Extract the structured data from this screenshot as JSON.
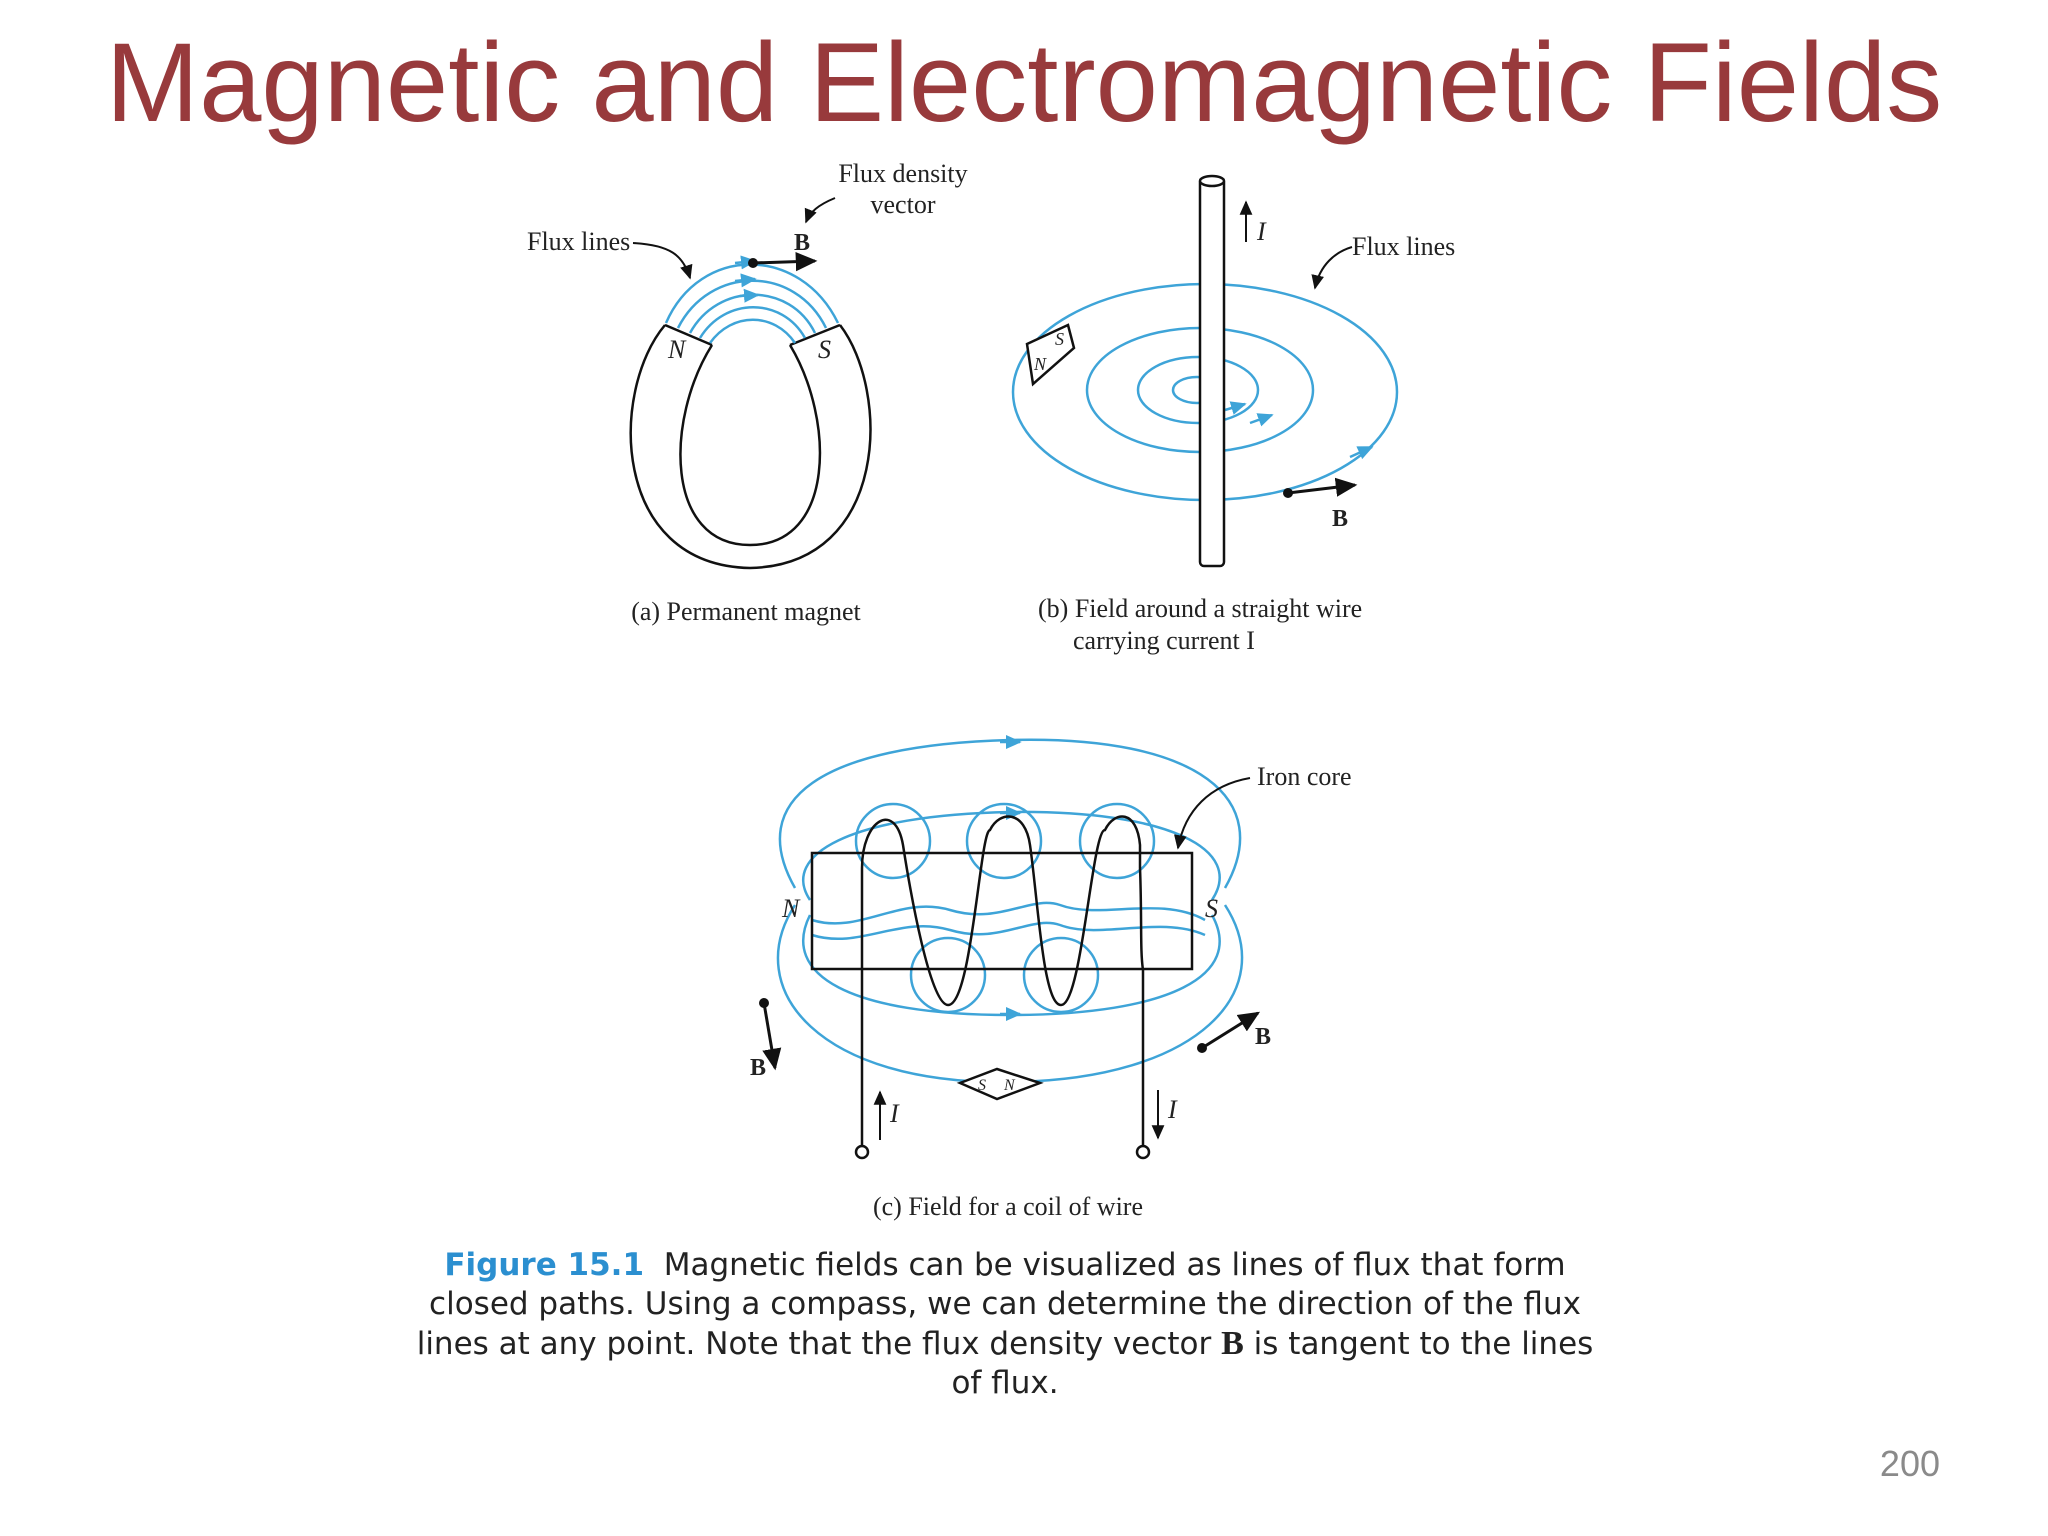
{
  "slide": {
    "title": "Magnetic and Electromagnetic Fields",
    "page_number": "200"
  },
  "figure": {
    "panel_a": {
      "flux_density_label": "Flux density",
      "vector_label": "vector",
      "flux_lines_label": "Flux lines",
      "b_label": "B",
      "north_label": "N",
      "south_label": "S",
      "caption": "(a) Permanent magnet"
    },
    "panel_b": {
      "current_label": "I",
      "flux_lines_label": "Flux lines",
      "b_label": "B",
      "compass_s": "S",
      "compass_n": "N",
      "caption_line1": "(b) Field around a straight wire",
      "caption_line2": "carrying current I"
    },
    "panel_c": {
      "iron_core_label": "Iron core",
      "north_label": "N",
      "south_label": "S",
      "b_label_left": "B",
      "b_label_right": "B",
      "compass_s": "S",
      "compass_n": "N",
      "current_label_left": "I",
      "current_label_right": "I",
      "caption": "(c) Field for a coil of wire"
    },
    "caption": {
      "figure_label": "Figure 15.1",
      "text_before_b": "Magnetic fields can be visualized as lines of flux that form closed paths. Using a compass, we can determine the direction of the flux lines at any point. Note that the flux density vector ",
      "bold_b": "B",
      "text_after_b": " is tangent to the lines of flux."
    }
  },
  "colors": {
    "title": "#983a3c",
    "flux": "#3ea4d8",
    "figure_label": "#2b8fd0",
    "page_number": "#8a8a8a"
  }
}
